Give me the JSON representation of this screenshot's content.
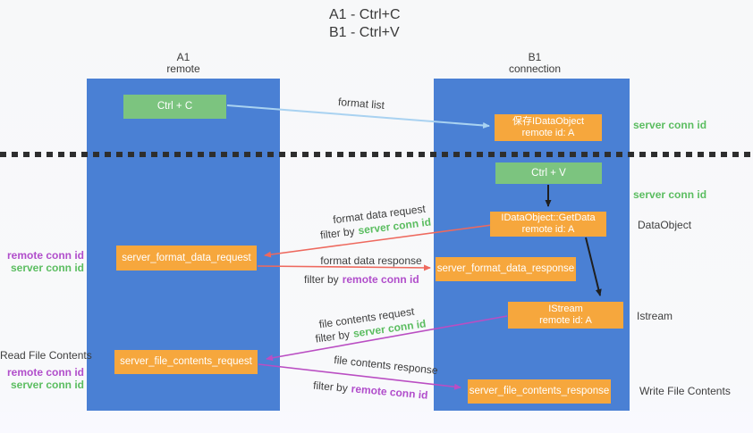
{
  "title": {
    "line1": "A1 - Ctrl+C",
    "line2": "B1 - Ctrl+V"
  },
  "lanes": {
    "left": {
      "header_line1": "A1",
      "header_line2": "remote"
    },
    "right": {
      "header_line1": "B1",
      "header_line2": "connection"
    }
  },
  "nodes": {
    "ctrl_c": {
      "label": "Ctrl + C"
    },
    "save_idataobject": {
      "line1": "保存IDataObject",
      "line2": "remote id: A"
    },
    "ctrl_v": {
      "label": "Ctrl + V"
    },
    "getdata": {
      "line1": "IDataObject::GetData",
      "line2": "remote id: A"
    },
    "format_request": {
      "label": "server_format_data_request"
    },
    "format_response": {
      "label": "server_format_data_response"
    },
    "istream": {
      "line1": "IStream",
      "line2": "remote id: A"
    },
    "file_request": {
      "label": "server_file_contents_request"
    },
    "file_response": {
      "label": "server_file_contents_response"
    }
  },
  "arrow_labels": {
    "format_list": "format list",
    "format_data_request": "format data request",
    "format_data_response": "format data response",
    "file_contents_request": "file contents request",
    "file_contents_response": "file contents response",
    "filter_by": "filter by",
    "server_conn_id": "server conn id",
    "remote_conn_id": "remote conn id"
  },
  "side_labels": {
    "server_conn_id_top": "server conn id",
    "server_conn_id_mid": "server conn id",
    "dataobject": "DataObject",
    "istream": "Istream",
    "write_file_contents": "Write File Contents",
    "read_file_contents": "Read File Contents",
    "remote_conn_id_1": "remote conn id",
    "server_conn_id_1": "server conn id",
    "remote_conn_id_2": "remote conn id",
    "server_conn_id_2": "server conn id"
  },
  "colors": {
    "lane_blue": "#4a80d4",
    "node_green": "#7cc47f",
    "node_orange": "#f6a73d",
    "arrow_blue": "#a9d2f1",
    "arrow_black": "#1f1f1f",
    "arrow_red": "#ee695e",
    "arrow_magenta": "#ba4ec3",
    "text_green": "#5bbd60",
    "text_purple": "#b14ecb",
    "text_dark": "#3e3e3e"
  }
}
